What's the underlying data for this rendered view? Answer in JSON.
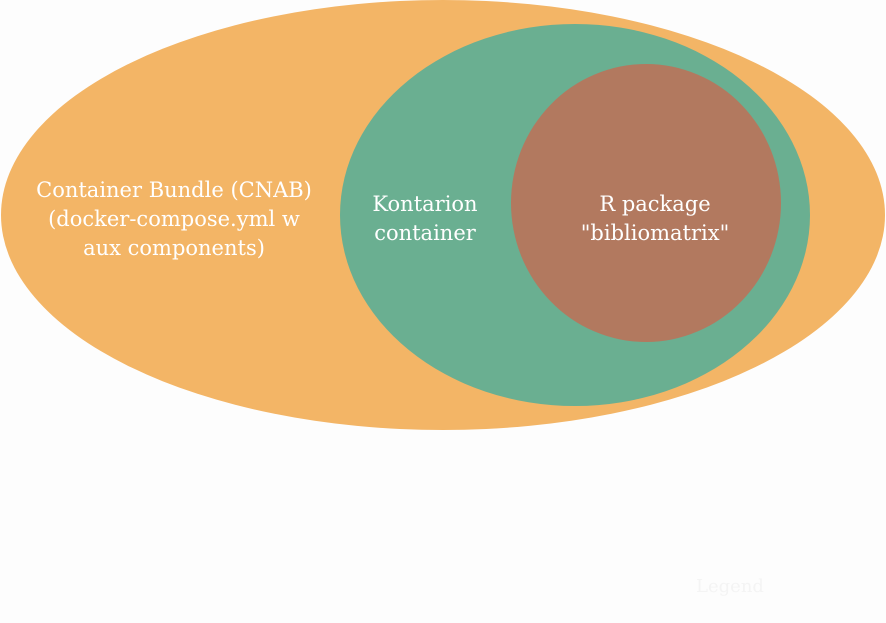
{
  "colors": {
    "outer_ellipse": "#f3b566",
    "middle_ellipse": "#6aaf91",
    "inner_circle": "#b2795f",
    "text": "#ffffff",
    "background": "#fdfdfd"
  },
  "nodes": {
    "cnab": {
      "label": "Container Bundle (CNAB)\n(docker-compose.yml w\naux components)"
    },
    "kontarion": {
      "label": "Kontarion\ncontainer"
    },
    "rpackage": {
      "label": "R package\n\"bibliomatrix\""
    }
  },
  "caption": "Legend"
}
